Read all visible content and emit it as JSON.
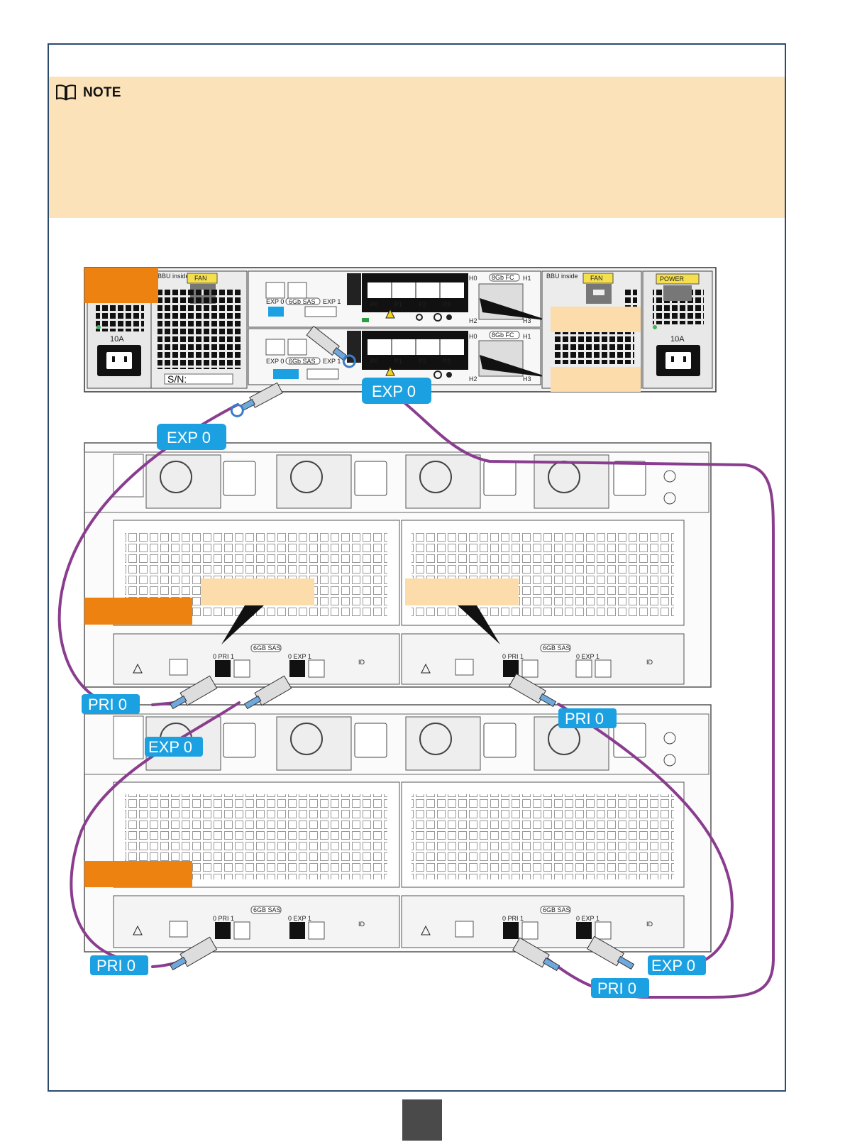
{
  "note": {
    "label": "NOTE",
    "icon": "book-icon",
    "background_color": "#fbe2b8"
  },
  "colors": {
    "cable": "#8a3d8f",
    "port_label_bg": "#1ba1e2",
    "callout_orange": "#ee8210",
    "callout_peach": "#fcdcab",
    "frame_border": "#2c4a6b"
  },
  "controller_enclosure": {
    "fan_label": "FAN",
    "power_label": "POWER",
    "bbu_label": "BBU inside",
    "current_rating": "10A",
    "serial_label": "S/N:",
    "port_exp0": "EXP 0",
    "port_exp1": "EXP 1",
    "sas_label": "6Gb SAS",
    "fc_label": "8Gb FC",
    "host_ports": [
      "H0",
      "H1",
      "H2",
      "H3"
    ],
    "p_ports": [
      "P0",
      "P1",
      "P2",
      "P3"
    ]
  },
  "disk_enclosure": {
    "sas_label": "6GB SAS",
    "pri1_label": "0 PRI 1",
    "exp1_label": "0 EXP 1",
    "id_label": "ID"
  },
  "port_labels": {
    "exp0_controller": "EXP 0",
    "exp0_top_left": "EXP 0",
    "pri0_mid_left": "PRI 0",
    "pri0_mid_right": "PRI 0",
    "exp0_mid_left": "EXP 0",
    "pri0_bottom_left": "PRI 0",
    "exp0_bottom_right": "EXP 0",
    "pri0_bottom_right": "PRI 0"
  }
}
